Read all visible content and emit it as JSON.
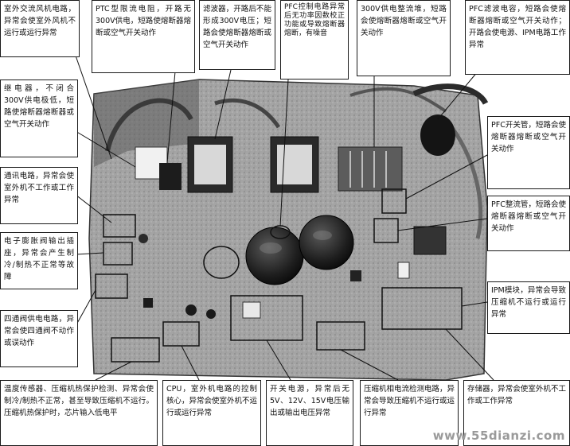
{
  "callouts": {
    "outdoor_fan": "室外交流风机电路，异常会使室外风机不运行或运行异常",
    "ptc": "PTC型限流电阻，开路无300V供电，短路使熔断器熔断或空气开关动作",
    "filter": "滤波器，开路后不能形成300V电压；短路会使熔断器熔断或空气开关动作",
    "pfc_control": "PFC控制电路异常后无功率因数校正功能或导致熔断器熔断，有噪音",
    "rect_300v": "300V供电整流堆，短路会使熔断器熔断或空气开关动作",
    "pfc_filter": "PFC滤波电容，短路会使熔断器熔断或空气开关动作；开路会使电源、IPM电路工作异常",
    "relay": "继电器，不闭合300V供电极低，短路使熔断器熔断器或空气开关动作",
    "pfc_switch": "PFC开关管，短路会使熔断器熔断或空气开关动作",
    "comm": "通讯电路，异常会使室外机不工作或工作异常",
    "pfc_rect": "PFC整流管，短路会使熔断器熔断或空气开关动作",
    "eev": "电子膨胀阀输出插座，异常会产生制冷/制热不正常等故障",
    "ipm": "IPM模块，异常会导致压缩机不运行或运行异常",
    "four_way": "四通阀供电电路，异常会使四通阀不动作或误动作",
    "temp_sensor": "温度传感器、压缩机热保护检测、异常会使制冷/制热不正常，甚至导致压缩机不运行。压缩机热保护时，芯片输入低电平",
    "cpu": "CPU，室外机电路的控制核心，异常会使室外机不运行或运行异常",
    "switching_psu": "开关电源，异常后无5V、12V、15V电压输出或输出电压异常",
    "comp_current": "压缩机相电流检测电路，异常会导致压缩机不运行或运行异常",
    "eeprom": "存储器，异常会使室外机不工作或工作异常"
  },
  "watermark": "www.55dianzi.com",
  "colors": {
    "board": "#a9a9a9",
    "board_dark": "#4a4a4a",
    "outline": "#111111"
  }
}
